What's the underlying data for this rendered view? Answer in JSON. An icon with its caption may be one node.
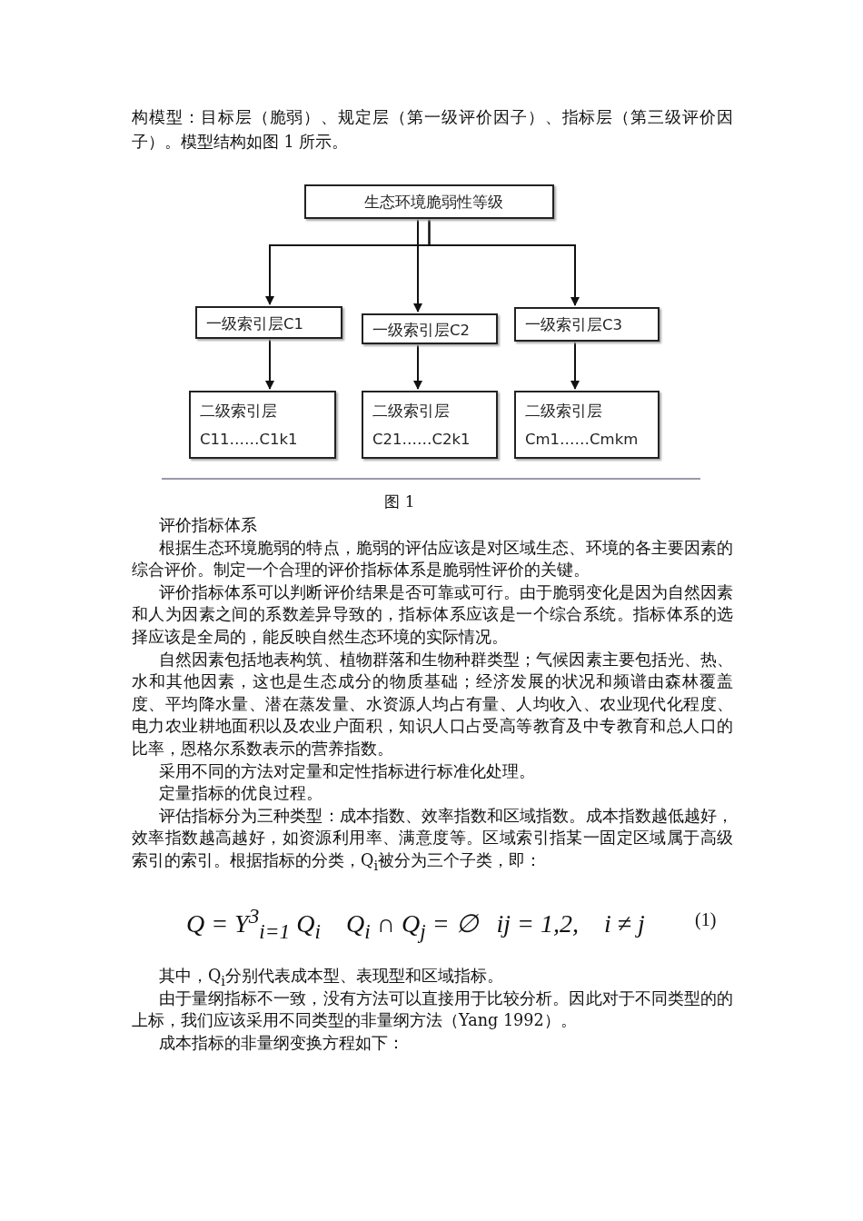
{
  "diagram": {
    "caption": "图 1",
    "nodes": [
      {
        "text": [
          "生态环境脆弱性等级"
        ]
      },
      {
        "text": [
          "一级索引层C1"
        ]
      },
      {
        "text": [
          "一级索引层C2"
        ]
      },
      {
        "text": [
          "一级索引层C3"
        ]
      },
      {
        "text": [
          "二级索引层",
          "C11……C1k1"
        ]
      },
      {
        "text": [
          "二级索引层",
          "C21……C2k1"
        ]
      },
      {
        "text": [
          "二级索引层",
          "Cm1……Cmkm"
        ]
      }
    ],
    "edges": [
      {
        "from": 0,
        "to": 1,
        "arrow": "to"
      },
      {
        "from": 0,
        "to": 2,
        "arrow": "to"
      },
      {
        "from": 0,
        "to": 3,
        "arrow": "to"
      },
      {
        "from": 1,
        "to": 4,
        "arrow": "to"
      },
      {
        "from": 2,
        "to": 5,
        "arrow": "to"
      },
      {
        "from": 3,
        "to": 6,
        "arrow": "to"
      }
    ],
    "labels": [
      "构模型：目标层（脆弱）、规定层（第一级评价因子）、指标层（第三级评价因子）。模型结构如图 1 所示。",
      "评价指标体系",
      "根据生态环境脆弱的特点，脆弱的评估应该是对区域生态、环境的各主要因素的综合评价。制定一个合理的评价指标体系是脆弱性评价的关键。",
      "评价指标体系可以判断评价结果是否可靠或可行。由于脆弱变化是因为自然因素和人为因素之间的系数差异导致的，指标体系应该是一个综合系统。指标体系的选择应该是全局的，能反映自然生态环境的实际情况。",
      "自然因素包括地表构筑、植物群落和生物种群类型；气候因素主要包括光、热、水和其他因素，这也是生态成分的物质基础；经济发展的状况和频谱由森林覆盖度、平均降水量、潜在蒸发量、水资源人均占有量、人均收入、农业现代化程度、电力农业耕地面积以及农业户面积，知识人口占受高等教育及中专教育和总人口的比率，恩格尔系数表示的营养指数。",
      "采用不同的方法对定量和定性指标进行标准化处理。",
      "定量指标的优良过程。",
      "评估指标分为三种类型：成本指数、效率指数和区域指数。成本指数越低越好，效率指数越高越好，如资源利用率、满意度等。区域索引指某一固定区域属于高级索引的索引。根据指标的分类，Q$_{i}$被分为三个子类，即：",
      "Q = Y$^{3}$$_{i=1}$ Q$_{i}$    Q$_{i}$ ∩ Q$_{j}$ = ∅   ij = 1,2,    i ≠ j",
      "(1)",
      "其中，Q$_{i}$分别代表成本型、表现型和区域指标。",
      "由于量纲指标不一致，没有方法可以直接用于比较分析。因此对于不同类型的的上标，我们应该采用不同类型的非量纲方法（Yang 1992）。",
      "成本指标的非量纲变换方程如下："
    ]
  }
}
